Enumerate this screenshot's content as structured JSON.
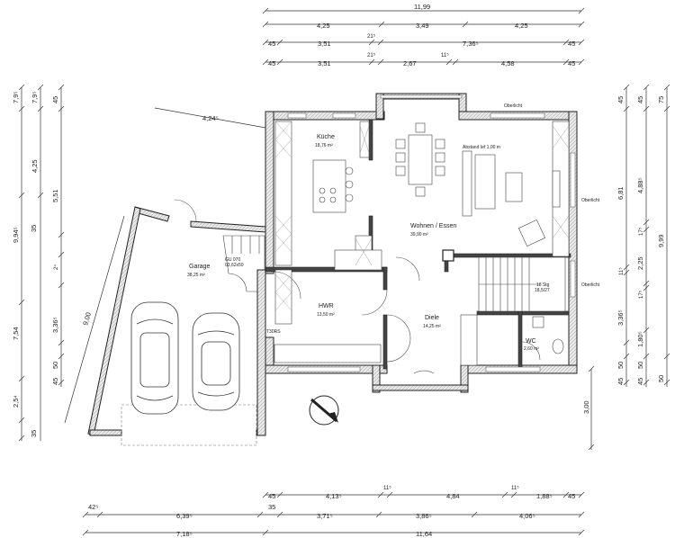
{
  "dims": {
    "top_overall": "11,99",
    "top_row2": [
      "4,25",
      "3,49",
      "4,25"
    ],
    "top_row3": [
      "45",
      "3,51",
      "21⁵",
      "7,36⁵",
      "45"
    ],
    "top_row4": [
      "45",
      "3,51",
      "21⁵",
      "2,67",
      "11⁵",
      "4,58",
      "45"
    ],
    "bottom_row1": [
      "45",
      "4,13⁵",
      "11⁵",
      "4,84",
      "11⁵",
      "1,88⁵",
      "45"
    ],
    "bottom_row2": [
      "42⁵",
      "6,39⁵",
      "35",
      "3,71⁵",
      "3,86⁵",
      "4,06⁵"
    ],
    "bottom_overall": [
      "7,18⁵",
      "11,64"
    ],
    "left_outer": [
      "7,9⁵",
      "9,94⁵",
      "35",
      "7,54",
      "2,5⁴",
      "35"
    ],
    "left_mid": [
      "7,9⁵",
      "4,25"
    ],
    "left_inner": [
      "45",
      "5,51",
      "2⁴",
      "3,36⁵",
      "50",
      "45"
    ],
    "right_inner": [
      "45",
      "6,81",
      "11⁵",
      "3,36⁵",
      "50",
      "45"
    ],
    "right_mid": [
      "45",
      "4,88⁵",
      "17⁵",
      "2,25",
      "17⁵",
      "1,80⁵",
      "50",
      "45"
    ],
    "right_outer": [
      "75",
      "9,99",
      "50"
    ],
    "diag_top": "4,24⁵",
    "diag_garage": "9,00",
    "front_3": "3,00"
  },
  "rooms": {
    "kueche": {
      "name": "Küche",
      "area": "18,76 m²"
    },
    "wohnen": {
      "name": "Wohnen / Essen",
      "area": "39,90 m²"
    },
    "garage": {
      "name": "Garage",
      "area": "38,25 m²"
    },
    "hwr": {
      "name": "HWR",
      "area": "13,50 m²"
    },
    "diele": {
      "name": "Diele",
      "area": "14,25 m²"
    },
    "wc": {
      "name": "WC",
      "area": "2,60 m²"
    },
    "gu": {
      "name": "GU 070",
      "area": "03,62x50"
    },
    "stair": {
      "name": "18 Stg",
      "area": "18,5/27"
    }
  },
  "notes": {
    "abstand": "Abstand Ief 1,00 m",
    "oberlicht_top": "Oberlicht",
    "oberlicht_r1": "Oberlicht",
    "oberlicht_r2": "Oberlicht",
    "door": "T30RS"
  }
}
